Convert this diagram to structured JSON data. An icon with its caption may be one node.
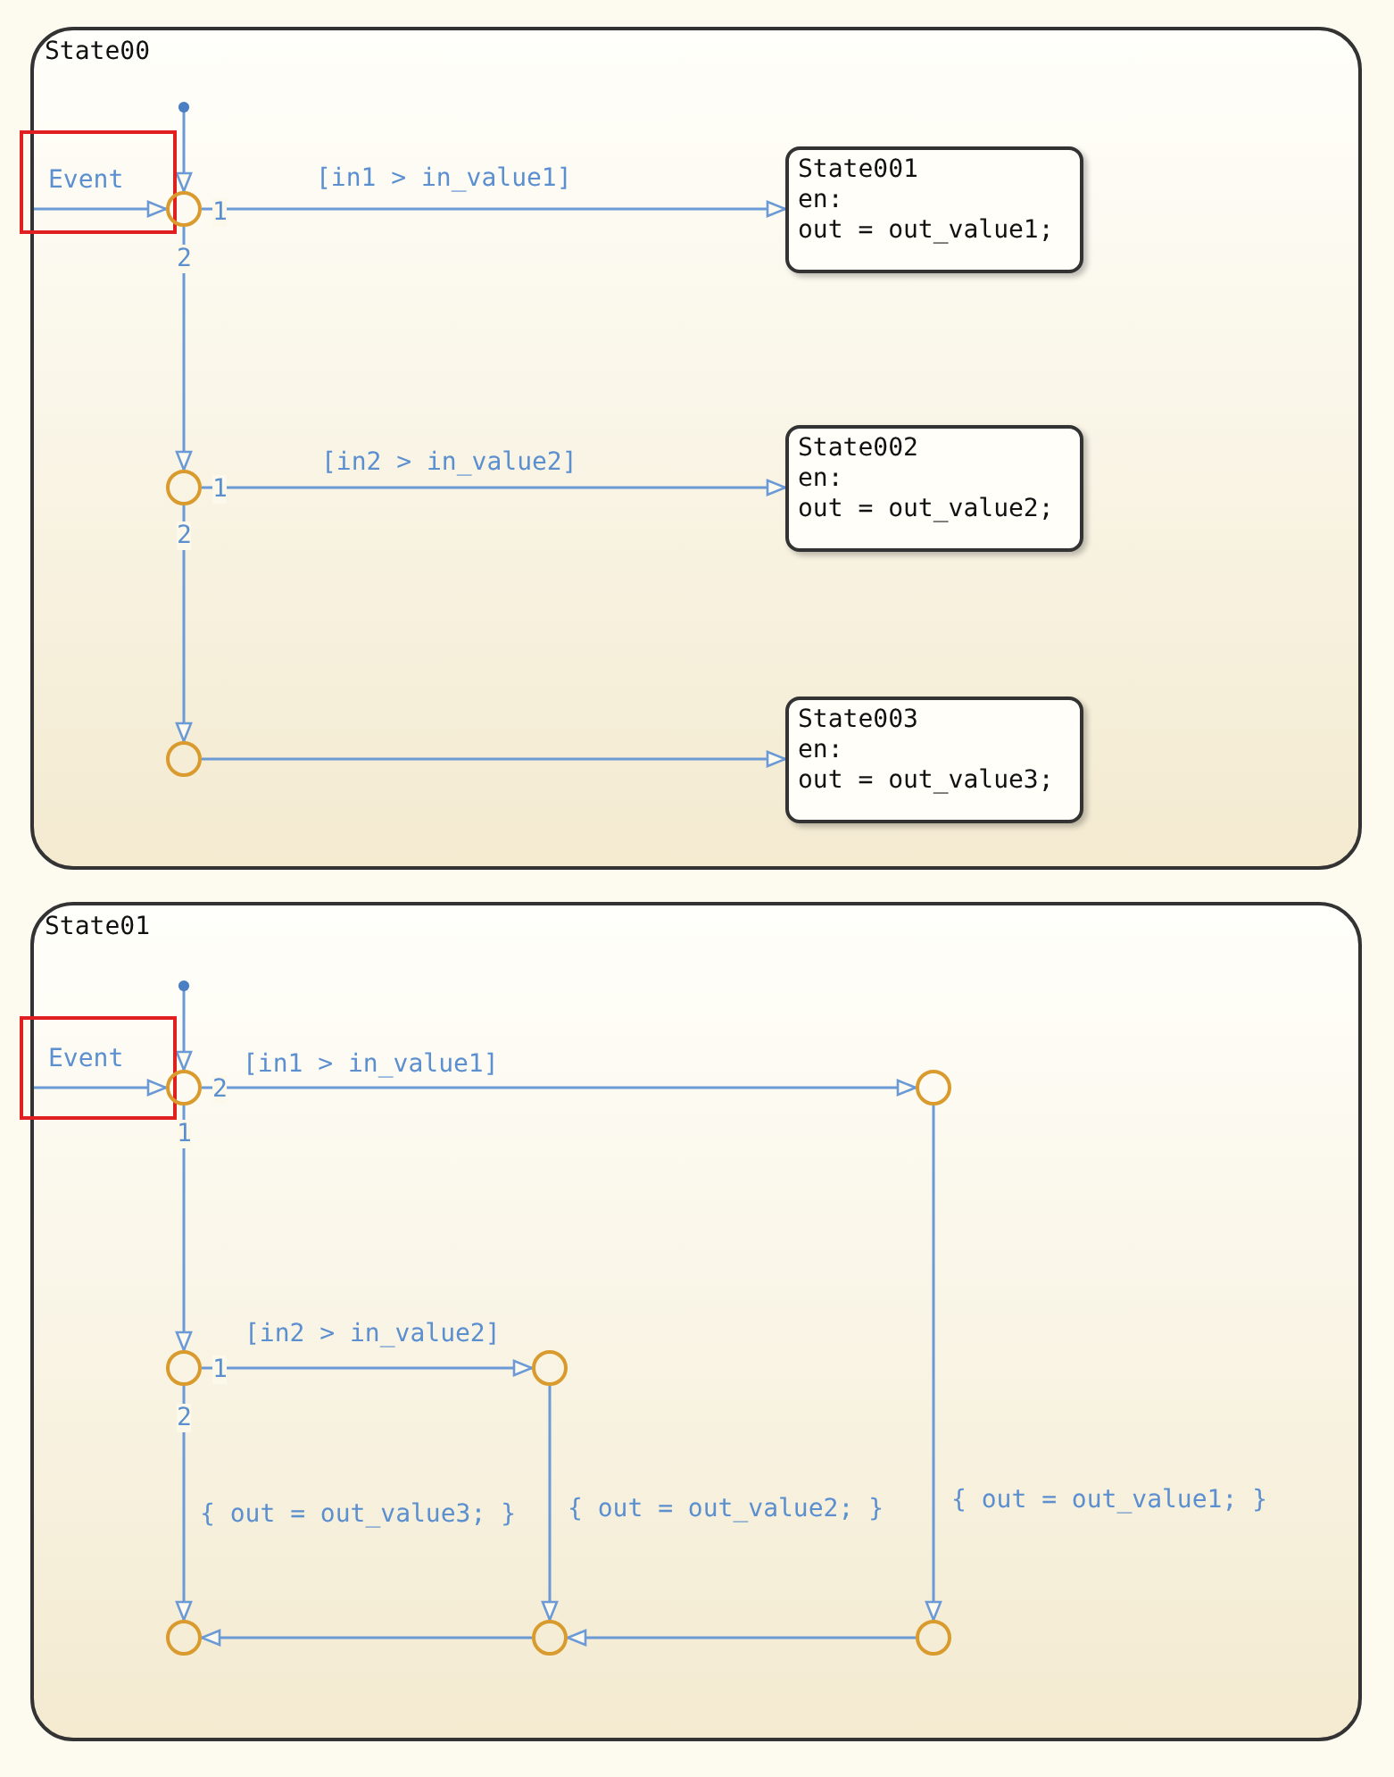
{
  "diagram": {
    "nodes": [
      {
        "text": [
          "State00"
        ]
      },
      {
        "text": [],
        "shape": "circle",
        "in": 0
      },
      {
        "text": [
          "State001",
          "en:",
          "out = out_value1;"
        ],
        "in": 0
      },
      {
        "text": [],
        "shape": "circle",
        "in": 0
      },
      {
        "text": [
          "State002",
          "en:",
          "out = out_value2;"
        ],
        "in": 0
      },
      {
        "text": [],
        "shape": "circle",
        "in": 0
      },
      {
        "text": [
          "State003",
          "en:",
          "out = out_value3;"
        ],
        "in": 0
      },
      {
        "text": [
          "State01"
        ]
      },
      {
        "text": [],
        "shape": "circle",
        "in": 7
      },
      {
        "text": [],
        "shape": "circle",
        "in": 7
      },
      {
        "text": [],
        "shape": "circle",
        "in": 7
      },
      {
        "text": [],
        "shape": "circle",
        "in": 7
      },
      {
        "text": [],
        "shape": "circle",
        "in": 7
      },
      {
        "text": [],
        "shape": "circle",
        "in": 7
      },
      {
        "text": [],
        "shape": "circle",
        "in": 7
      }
    ],
    "edges": [
      {
        "from": null,
        "to": 1,
        "arrow": "to"
      },
      {
        "from": null,
        "to": 1,
        "arrow": "to",
        "label": "Event"
      },
      {
        "from": 1,
        "to": 2,
        "arrow": "to",
        "label": "[in1 > in_value1]"
      },
      {
        "from": 1,
        "to": 3,
        "arrow": "to"
      },
      {
        "from": 3,
        "to": 4,
        "arrow": "to",
        "label": "[in2 > in_value2]"
      },
      {
        "from": 3,
        "to": 5,
        "arrow": "to"
      },
      {
        "from": 5,
        "to": 6,
        "arrow": "to"
      },
      {
        "from": null,
        "to": 8,
        "arrow": "to"
      },
      {
        "from": null,
        "to": 8,
        "arrow": "to",
        "label": "Event"
      },
      {
        "from": 8,
        "to": 9,
        "arrow": "to",
        "label": "[in1 > in_value1]"
      },
      {
        "from": 8,
        "to": 10,
        "arrow": "to"
      },
      {
        "from": 10,
        "to": 11,
        "arrow": "to",
        "label": "[in2 > in_value2]"
      },
      {
        "from": 10,
        "to": 12,
        "arrow": "to",
        "label": "{ out = out_value3; }"
      },
      {
        "from": 11,
        "to": 13,
        "arrow": "to",
        "label": "{ out = out_value2; }"
      },
      {
        "from": 9,
        "to": 14,
        "arrow": "to",
        "label": "{ out = out_value1; }"
      },
      {
        "from": 14,
        "to": 13,
        "arrow": "to"
      },
      {
        "from": 13,
        "to": 12,
        "arrow": "to"
      }
    ],
    "labels": [
      "1",
      "2",
      "1",
      "2",
      "2",
      "1",
      "1",
      "2"
    ]
  }
}
